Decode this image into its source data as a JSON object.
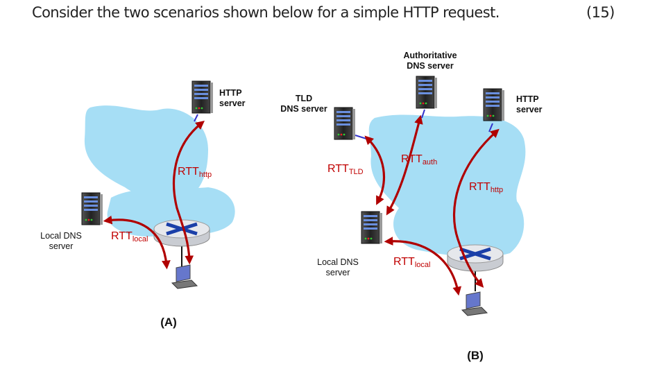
{
  "question": {
    "text": "Consider the two scenarios shown below for a simple HTTP request.",
    "points": "(15)"
  },
  "diagram_a": {
    "caption": "(A)",
    "http_server": [
      "HTTP",
      "server"
    ],
    "local_dns": [
      "Local DNS",
      "server"
    ],
    "rtt_http": {
      "main": "RTT",
      "sub": "http"
    },
    "rtt_local": {
      "main": "RTT",
      "sub": "local"
    }
  },
  "diagram_b": {
    "caption": "(B)",
    "auth_dns": [
      "Authoritative",
      "DNS server"
    ],
    "tld_dns": [
      "TLD",
      "DNS server"
    ],
    "http_server": [
      "HTTP",
      "server"
    ],
    "local_dns": [
      "Local DNS",
      "server"
    ],
    "rtt_tld": {
      "main": "RTT",
      "sub": "TLD"
    },
    "rtt_auth": {
      "main": "RTT",
      "sub": "auth"
    },
    "rtt_http": {
      "main": "RTT",
      "sub": "http"
    },
    "rtt_local": {
      "main": "RTT",
      "sub": "local"
    }
  },
  "colors": {
    "cloud": "#a6def5",
    "arrow": "#b00000",
    "router_x": "#1a3fa8"
  }
}
